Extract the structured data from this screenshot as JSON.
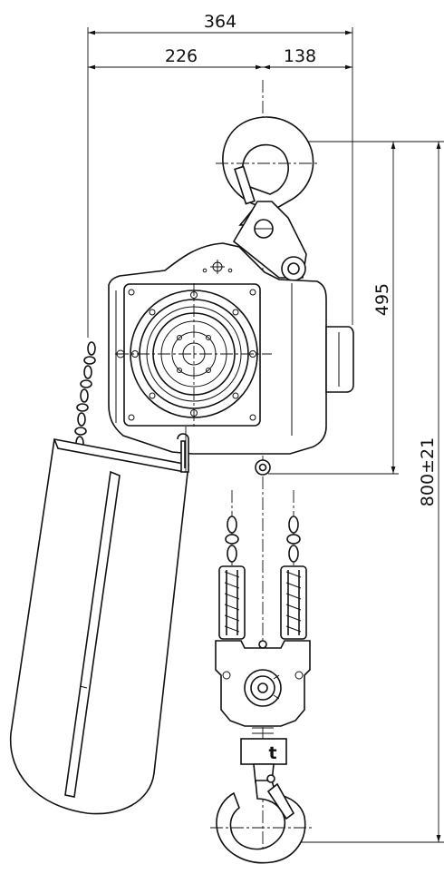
{
  "dimensions": {
    "overall_width": "364",
    "left_width": "226",
    "right_width": "138",
    "top_hook_to_bottom_eye": "495",
    "top_to_bottom_hook": "800±21"
  },
  "hook_block_label": "t",
  "colors": {
    "line": "#111111",
    "background": "#ffffff"
  }
}
